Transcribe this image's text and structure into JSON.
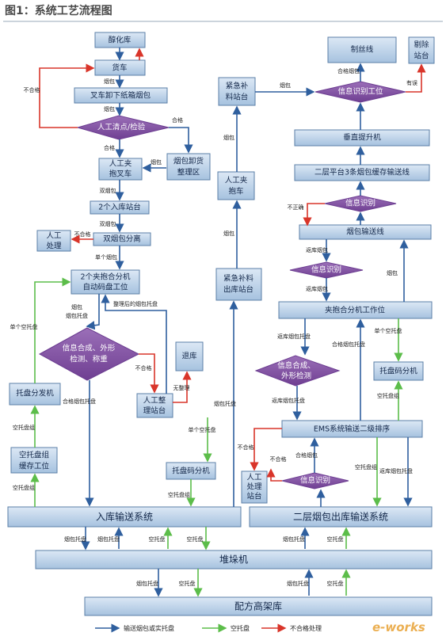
{
  "header": {
    "title": "图1：系统工艺流程图"
  },
  "nodes": {
    "jiangua": "醇化库",
    "huoche": "货车",
    "chaiche": "叉车卸下纸箱烟包",
    "rengong_qingdian": "人工清点/检验",
    "rengong_jiabao": [
      "人工夹",
      "抱叉车"
    ],
    "yanbao_xiehuo": [
      "烟包卸货",
      "整理区"
    ],
    "ruku_zhantai2": "2个入库站台",
    "shuangbao_fenli": "双烟包分离",
    "rengong_chuli": [
      "人工",
      "处理"
    ],
    "jiabao_fenji": [
      "2个夹抱合分机",
      "自动码盘工位"
    ],
    "xinxi_hecheng_left": [
      "信息合成、外形",
      "检测、称重"
    ],
    "tuopan_fenfaji": "托盘分发机",
    "kong_tuopan_huancun": [
      "空托盘组",
      "缓存工位"
    ],
    "tuiku": "退库",
    "rengong_zhengli": [
      "人工整",
      "理站台"
    ],
    "tuopan_mafenji_left": "托盘码分机",
    "jinji_buliao_chuku": [
      "紧急补料",
      "出库站台"
    ],
    "rengong_jiabao_che": [
      "人工夹",
      "抱车"
    ],
    "jinji_buliao_zhantai": [
      "紧急补",
      "料站台"
    ],
    "zhisixian": "制丝线",
    "tichu_zhantai": [
      "剔除",
      "站台"
    ],
    "xinxi_shibie_top": "信息识别工位",
    "chuizhi_tisheng": "垂直提升机",
    "erceng_pingtai": "二层平台3条烟包缓存输送线",
    "xinxi_shibie_2": "信息识别",
    "yanbao_shusong": "烟包输送线",
    "xinxi_shibie_3": "信息识别",
    "jiabao_fenji_gongzuowei": "夹抱合分机工作位",
    "xinxi_hecheng_right": [
      "信息合成、",
      "外形检测"
    ],
    "tuopan_mafenji_right": "托盘码分机",
    "ems": "EMS系统输送二级排序",
    "rengong_chuli_zhantai": [
      "人工",
      "处理",
      "站台"
    ],
    "xinxi_shibie_4": "信息识别",
    "ruku_shusong": "入库输送系统",
    "erceng_chuku": "二层烟包出库输送系统",
    "duiduoji": "堆垛机",
    "peifang_gaojiaku": "配方高架库"
  },
  "edge_labels": {
    "yanbao": "烟包",
    "hege": "合格",
    "buhege": "不合格",
    "shuangyanbao": "双烟包",
    "danyanbao": "单个烟包",
    "yanbao_tuopan": "烟包托盘",
    "zhengli_hou": "整理后的烟包托盘",
    "hege_yanbao_tuopan": "合格烟包托盘",
    "danki_kong_tuopan": "单个空托盘",
    "kong_tuopan_zu": "空托盘组",
    "kong_tuopan": "空托盘",
    "wuzhengli": "无整理",
    "youwu": "有误",
    "buzhengque": "不正确",
    "fanku_yanbao": "返库烟包",
    "fanku_yanbao_tuopan": "返库烟包托盘",
    "hege_yanbao_tuopan_r": "合格烟包托盘",
    "hege_yanbao": "合格烟包",
    "fanku_yanbao_tuopan_r": "返库烟包托盘",
    "danki_kong_tuopan_r": "单个空托盘",
    "hege_yanbao_r": "合格烟包"
  },
  "legend": {
    "blue": "输送烟包或实托盘",
    "green": "空托盘",
    "red": "不合格处理"
  },
  "watermark": "e-works",
  "colors": {
    "blue": "#2f5f9e",
    "green": "#5cbd4a",
    "red": "#d9352a",
    "purple": "#7e4f9e"
  }
}
